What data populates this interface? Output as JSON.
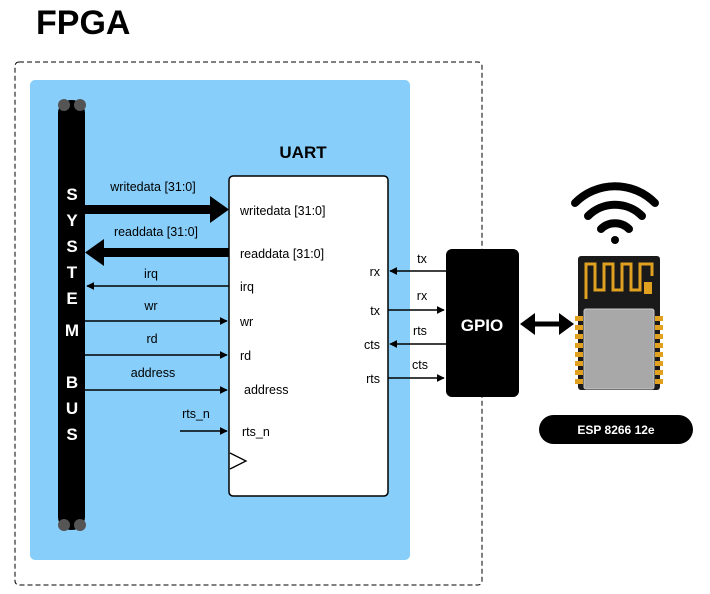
{
  "title": "FPGA",
  "colors": {
    "fpga_region": "#87cefa",
    "bus": "#000000",
    "gpio": "#000000",
    "esp_board": "#1a1a1a",
    "esp_antenna": "#e0a020",
    "esp_shield": "#a8a8a8",
    "esp_pin": "#e0a020"
  },
  "system_bus": {
    "label_top": [
      "S",
      "Y",
      "S",
      "T",
      "E",
      "M"
    ],
    "label_bottom": [
      "B",
      "U",
      "S"
    ]
  },
  "uart": {
    "title": "UART",
    "ports_left": {
      "writedata": "writedata [31:0]",
      "readdata": "readdata [31:0]",
      "irq": "irq",
      "wr": "wr",
      "rd": "rd",
      "address": "address",
      "rts_n": "rts_n"
    },
    "ports_right": {
      "rx": "rx",
      "tx": "tx",
      "cts": "cts",
      "rts": "rts"
    }
  },
  "bus_signals": {
    "writedata": "writedata [31:0]",
    "readdata": "readdata [31:0]",
    "irq": "irq",
    "wr": "wr",
    "rd": "rd",
    "address": "address",
    "rts_n": "rts_n"
  },
  "gpio": {
    "label": "GPIO",
    "signals": {
      "tx": "tx",
      "rx": "rx",
      "rts": "rts",
      "cts": "cts"
    }
  },
  "esp": {
    "label": "ESP 8266 12e",
    "icon": "wifi-icon"
  }
}
